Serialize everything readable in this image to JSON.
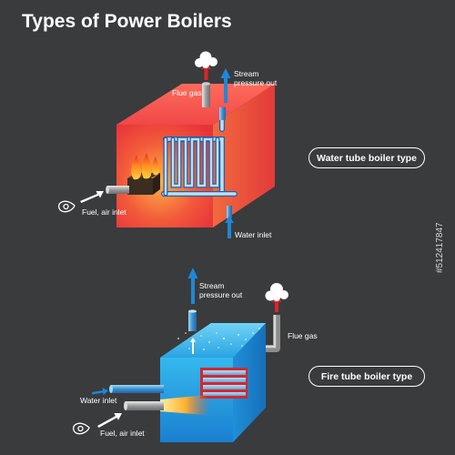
{
  "title": "Types of Power Boilers",
  "water_tube": {
    "type_label": "Water tube boiler type",
    "flue_gas": "Flue gas",
    "steam_out_line1": "Stream",
    "steam_out_line2": "pressure out",
    "fuel_inlet": "Fuel, air inlet",
    "water_inlet": "Water inlet"
  },
  "fire_tube": {
    "type_label": "Fire tube boiler type",
    "flue_gas": "Flue gas",
    "steam_out_line1": "Stream",
    "steam_out_line2": "pressure out",
    "fuel_inlet": "Fuel, air inlet",
    "water_inlet": "Water inlet"
  },
  "watermark_id": "#512417847",
  "colors": {
    "background": "#3a3b3d",
    "arrow_blue": "#1e88d8",
    "arrow_red": "#d8262a",
    "water_tube_body": "#ef3b3b",
    "fire_tube_body": "#1aa3e0"
  }
}
